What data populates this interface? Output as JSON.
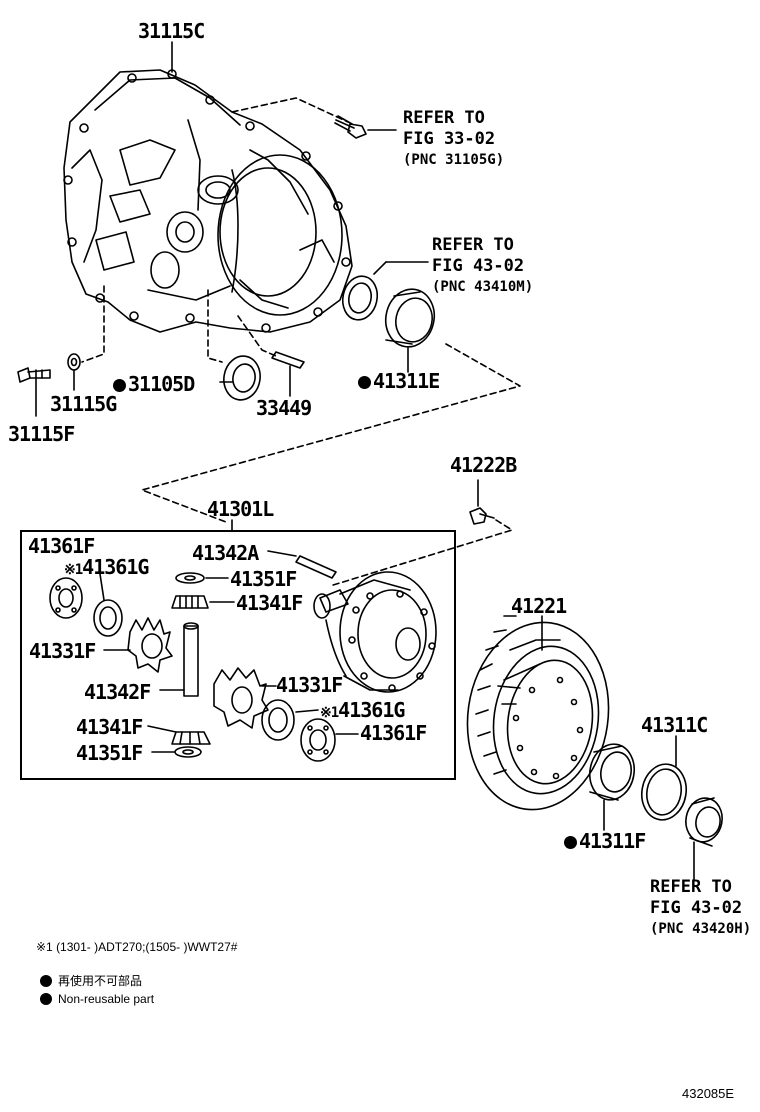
{
  "parts": {
    "p31115C": "31115C",
    "p31105D": "31105D",
    "p33449": "33449",
    "p41311E": "41311E",
    "p31115G": "31115G",
    "p31115F": "31115F",
    "p41222B": "41222B",
    "p41301L": "41301L",
    "p41361F_a": "41361F",
    "p41361G_a": "41361G",
    "p41342A": "41342A",
    "p41351F_a": "41351F",
    "p41341F_a": "41341F",
    "p41331F_a": "41331F",
    "p41342F": "41342F",
    "p41331F_b": "41331F",
    "p41361G_b": "41361G",
    "p41341F_b": "41341F",
    "p41361F_b": "41361F",
    "p41351F_b": "41351F",
    "p41221": "41221",
    "p41311C": "41311C",
    "p41311F": "41311F"
  },
  "refs": {
    "ref1": {
      "line1": "REFER TO",
      "line2": "FIG 33-02",
      "line3": "(PNC 31105G)"
    },
    "ref2": {
      "line1": "REFER TO",
      "line2": "FIG 43-02",
      "line3": "(PNC 43410M)"
    },
    "ref3": {
      "line1": "REFER TO",
      "line2": "FIG 43-02",
      "line3": "(PNC 43420H)"
    }
  },
  "marks": {
    "note_mark": "※1"
  },
  "footnote": "※1 (1301-      )ADT270;(1505-      )WWT27#",
  "legend": {
    "jp": "再使用不可部品",
    "en": "Non-reusable part"
  },
  "illustration_id": "432085E",
  "icons": {
    "non_reusable": "filled-circle-icon"
  }
}
